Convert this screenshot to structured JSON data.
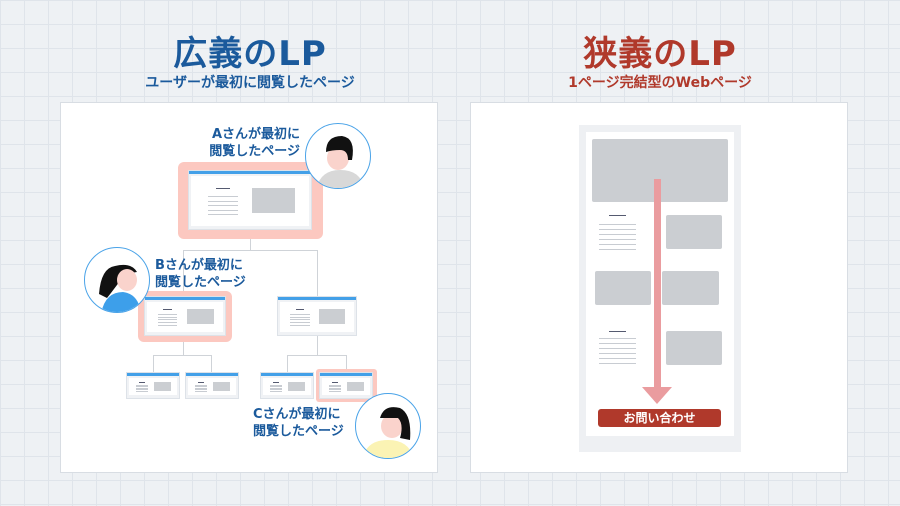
{
  "left": {
    "title": "広義のLP",
    "subtitle": "ユーザーが最初に閲覧したページ",
    "labels": {
      "a": [
        "Aさんが最初に",
        "閲覧したページ"
      ],
      "b": [
        "Bさんが最初に",
        "閲覧したページ"
      ],
      "c": [
        "Cさんが最初に",
        "閲覧したページ"
      ]
    }
  },
  "right": {
    "title": "狭義のLP",
    "subtitle": "1ページ完結型のWebページ",
    "cta_label": "お問い合わせ"
  },
  "colors": {
    "blue": "#1b5a9c",
    "red": "#b0392b",
    "highlight": "#fcc8c0",
    "browser_bar": "#43a0e8"
  }
}
